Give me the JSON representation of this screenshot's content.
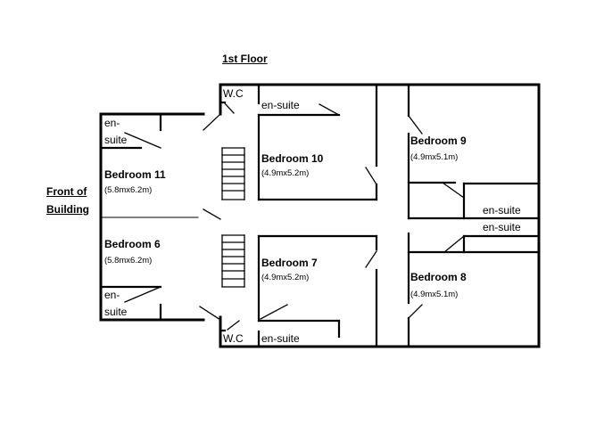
{
  "title": "1st Floor",
  "front_of_building": [
    "Front of",
    "Building"
  ],
  "rooms": {
    "bedroom_11": {
      "name": "Bedroom 11",
      "dims": "(5.8mx6.2m)"
    },
    "bedroom_6": {
      "name": "Bedroom 6",
      "dims": "(5.8mx6.2m)"
    },
    "bedroom_10": {
      "name": "Bedroom 10",
      "dims": "(4.9mx5.2m)"
    },
    "bedroom_7": {
      "name": "Bedroom 7",
      "dims": "(4.9mx5.2m)"
    },
    "bedroom_9": {
      "name": "Bedroom 9",
      "dims": "(4.9mx5.1m)"
    },
    "bedroom_8": {
      "name": "Bedroom 8",
      "dims": "(4.9mx5.1m)"
    }
  },
  "wc_top": "W.C",
  "wc_bottom": "W.C",
  "ensuite_top": "en-suite",
  "ensuite_bottom": "en-suite",
  "ensuite_left_top": [
    "en-",
    "suite"
  ],
  "ensuite_left_bottom": [
    "en-",
    "suite"
  ],
  "ensuite_right_upper": "en-suite",
  "ensuite_right_lower": "en-suite"
}
